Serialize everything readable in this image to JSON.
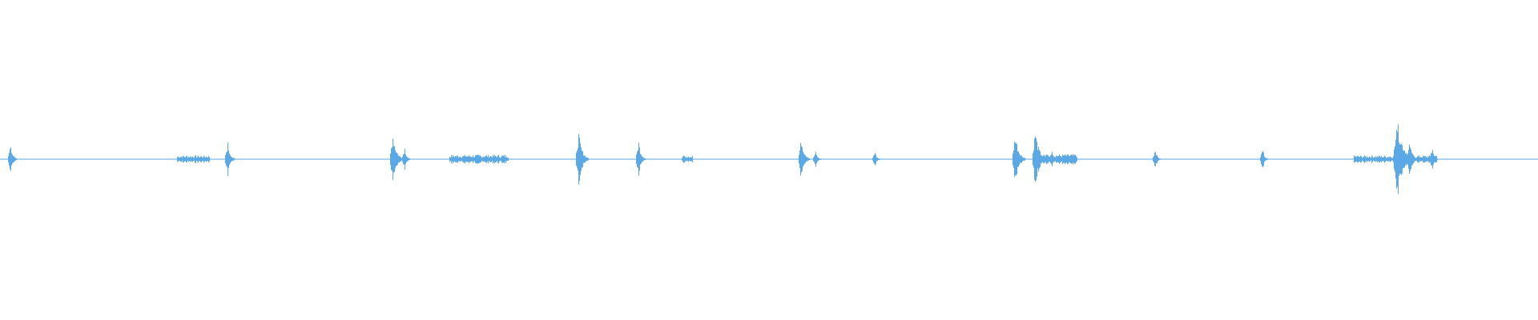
{
  "waveform": {
    "color": "#5aa9e6",
    "background": "#ffffff",
    "duration_fraction_note": "",
    "peaks": [
      {
        "t": 0.007,
        "amp": 0.05
      },
      {
        "t": 0.148,
        "amp": 0.055
      },
      {
        "t": 0.255,
        "amp": 0.085
      },
      {
        "t": 0.263,
        "amp": 0.04
      },
      {
        "t": 0.376,
        "amp": 0.085
      },
      {
        "t": 0.415,
        "amp": 0.06
      },
      {
        "t": 0.521,
        "amp": 0.07
      },
      {
        "t": 0.53,
        "amp": 0.025
      },
      {
        "t": 0.569,
        "amp": 0.025
      },
      {
        "t": 0.66,
        "amp": 0.085
      },
      {
        "t": 0.673,
        "amp": 0.095
      },
      {
        "t": 0.684,
        "amp": 0.025
      },
      {
        "t": 0.751,
        "amp": 0.035
      },
      {
        "t": 0.821,
        "amp": 0.035
      },
      {
        "t": 0.908,
        "amp": 0.145
      },
      {
        "t": 0.916,
        "amp": 0.065
      },
      {
        "t": 0.931,
        "amp": 0.04
      }
    ],
    "noise_bands": [
      {
        "start": 0.115,
        "end": 0.136,
        "amp": 0.012
      },
      {
        "start": 0.292,
        "end": 0.33,
        "amp": 0.014
      },
      {
        "start": 0.443,
        "end": 0.45,
        "amp": 0.012
      },
      {
        "start": 0.673,
        "end": 0.7,
        "amp": 0.016
      },
      {
        "start": 0.88,
        "end": 0.934,
        "amp": 0.012
      }
    ]
  }
}
